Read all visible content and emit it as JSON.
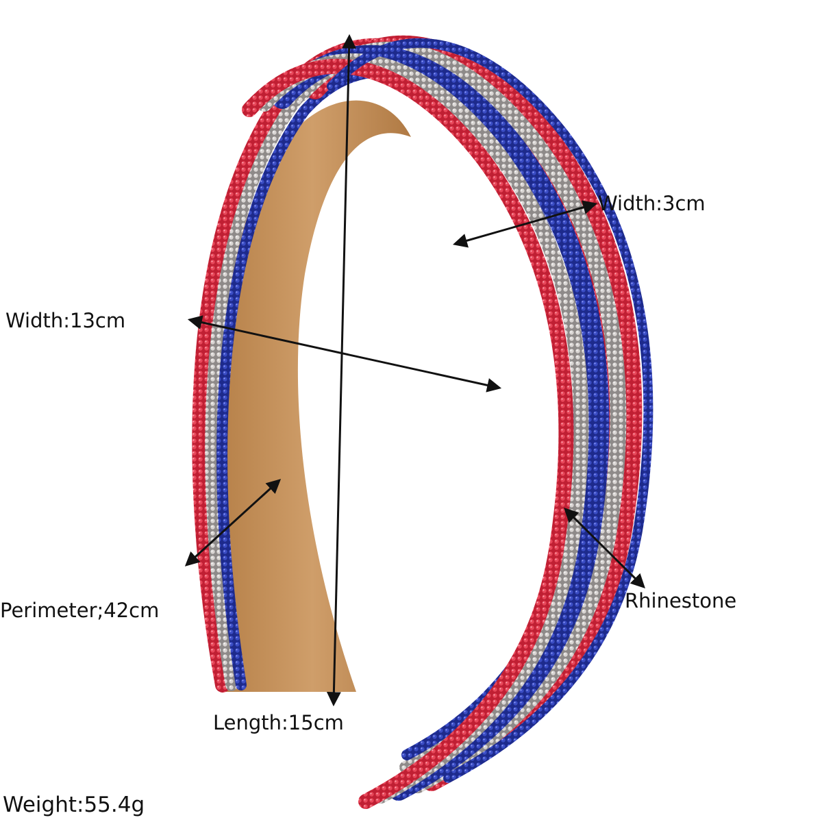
{
  "product": {
    "image_description_name": "rhinestone-padded-headband",
    "colors": {
      "red": "#d42a3c",
      "blue": "#2b3aa8",
      "silver": "#c9c4c2",
      "suede": "#c7955f",
      "suede_dark": "#a8743f",
      "arrow": "#111111"
    }
  },
  "labels": {
    "band_width": "Width:3cm",
    "inner_width": "Width:13cm",
    "perimeter": "Perimeter;42cm",
    "rhinestone": "Rhinestone",
    "length": "Length:15cm",
    "weight": "Weight:55.4g"
  }
}
